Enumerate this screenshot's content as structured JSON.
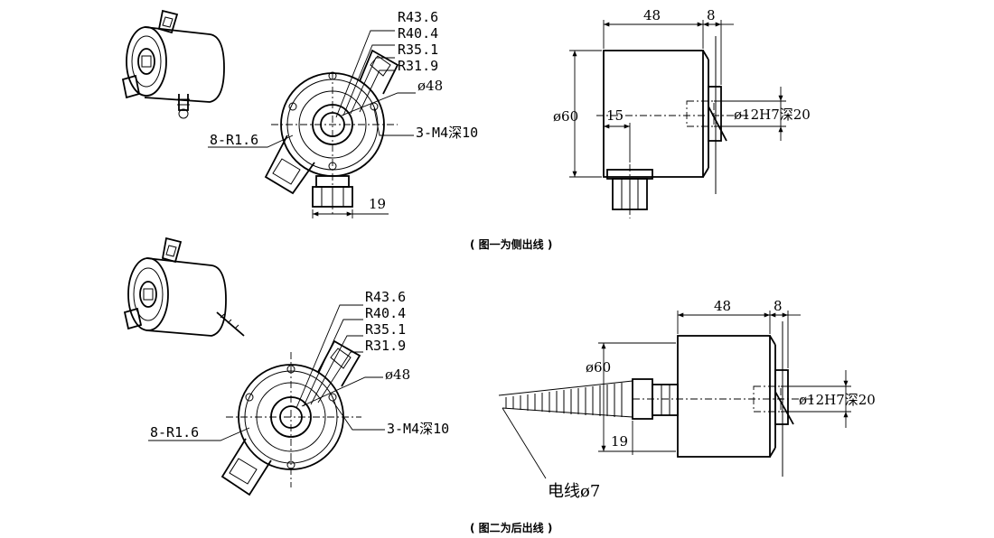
{
  "figure1": {
    "caption": "( 图一为侧出线 )",
    "radii": [
      "R43.6",
      "R40.4",
      "R35.1",
      "R31.9"
    ],
    "dia48": "ø48",
    "tapped": "3-M4深10",
    "slots": "8-R1.6",
    "dim19": "19",
    "side_len": "48",
    "side_flange": "8",
    "side_dia": "ø60",
    "side_15": "15",
    "bore": "ø12H7深20"
  },
  "figure2": {
    "caption": "( 图二为后出线 )",
    "radii": [
      "R43.6",
      "R40.4",
      "R35.1",
      "R31.9"
    ],
    "dia48": "ø48",
    "tapped": "3-M4深10",
    "slots": "8-R1.6",
    "side_len": "48",
    "side_flange": "8",
    "side_dia": "ø60",
    "dim19": "19",
    "bore": "ø12H7深20",
    "cable": "电线ø7"
  }
}
